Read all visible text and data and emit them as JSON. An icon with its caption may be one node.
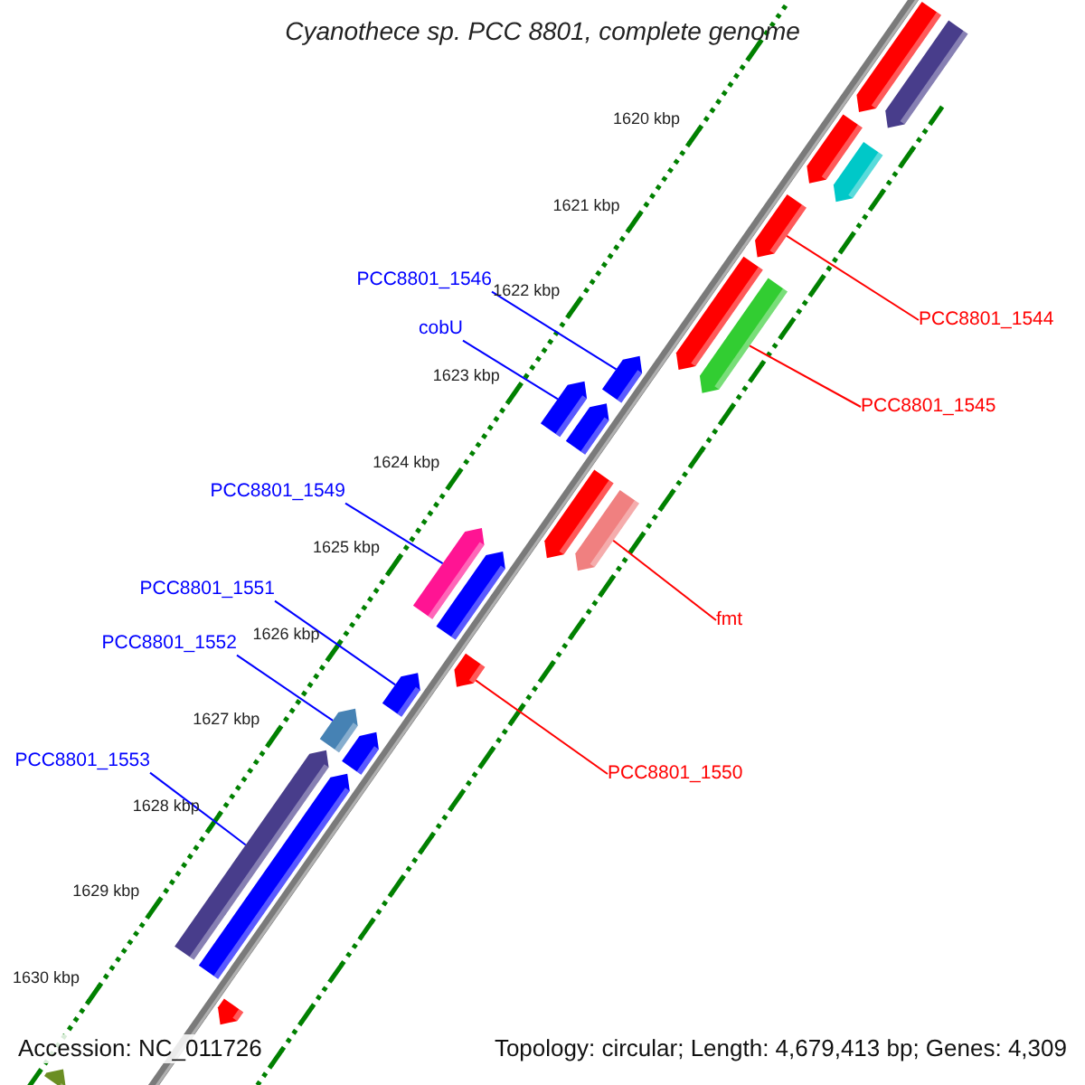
{
  "diagram": {
    "title": "Cyanothece sp. PCC 8801, complete genome",
    "nodes": [
      {
        "text": [
          "PCC8801_1546"
        ]
      },
      {
        "text": [
          "cobU"
        ]
      },
      {
        "text": [
          "PCC8801_1549"
        ]
      },
      {
        "text": [
          "PCC8801_1551"
        ]
      },
      {
        "text": [
          "PCC8801_1552"
        ]
      },
      {
        "text": [
          "PCC8801_1553"
        ]
      },
      {
        "text": [
          "PCC8801_1544"
        ]
      },
      {
        "text": [
          "PCC8801_1545"
        ]
      },
      {
        "text": [
          "fmt"
        ]
      },
      {
        "text": [
          "PCC8801_1550"
        ]
      },
      {
        "text": [],
        "shape": "bar"
      },
      {
        "text": [],
        "shape": "bar"
      },
      {
        "text": [],
        "shape": "bar"
      },
      {
        "text": [],
        "shape": "bar"
      },
      {
        "text": [],
        "shape": "bar"
      },
      {
        "text": [],
        "shape": "bar"
      },
      {
        "text": [],
        "shape": "bar"
      },
      {
        "text": [],
        "shape": "bar"
      },
      {
        "text": [],
        "shape": "bar"
      },
      {
        "text": [],
        "shape": "bar"
      },
      {
        "text": [],
        "shape": "bar"
      },
      {
        "text": [],
        "shape": "bar"
      },
      {
        "text": [],
        "shape": "bar"
      },
      {
        "text": [],
        "shape": "bar"
      },
      {
        "text": [],
        "shape": "bar"
      },
      {
        "text": [],
        "shape": "bar"
      },
      {
        "text": [],
        "shape": "bar"
      },
      {
        "text": [],
        "shape": "bar"
      },
      {
        "text": [],
        "shape": "bar"
      },
      {
        "text": [],
        "shape": "bar"
      },
      {
        "text": [],
        "shape": "bar"
      },
      {
        "text": [],
        "shape": "bar"
      }
    ],
    "edges": [
      {
        "from": 0,
        "to": 17,
        "arrow": "none"
      },
      {
        "from": 1,
        "to": 18,
        "arrow": "none"
      },
      {
        "from": 2,
        "to": 22,
        "arrow": "none"
      },
      {
        "from": 3,
        "to": 25,
        "arrow": "none"
      },
      {
        "from": 4,
        "to": 26,
        "arrow": "none"
      },
      {
        "from": 5,
        "to": 29,
        "arrow": "none"
      },
      {
        "from": 6,
        "to": 14,
        "arrow": "none",
        "color": "#ff0000"
      },
      {
        "from": 7,
        "to": 16,
        "arrow": "none",
        "color": "#ff0000"
      },
      {
        "from": 8,
        "to": 21,
        "arrow": "none",
        "color": "#ff0000"
      },
      {
        "from": 9,
        "to": 24,
        "arrow": "none",
        "color": "#ff0000"
      }
    ],
    "labels": [
      "1620 kbp",
      "1621 kbp",
      "1622 kbp",
      "1623 kbp",
      "1624 kbp",
      "1625 kbp",
      "1626 kbp",
      "1627 kbp",
      "1628 kbp",
      "1629 kbp",
      "1630 kbp",
      "Accession: NC_011726",
      "Topology: circular; Length: 4,679,413 bp; Genes: 4,309"
    ]
  }
}
